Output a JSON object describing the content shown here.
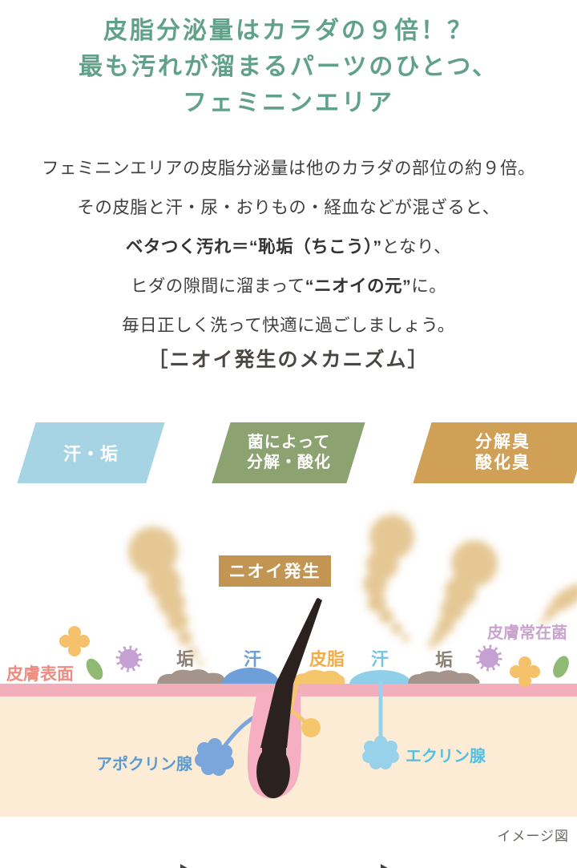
{
  "heading": {
    "line1": "皮脂分泌量はカラダの９倍！？",
    "line2": "最も汚れが溜まるパーツのひとつ、",
    "line3": "フェミニンエリア"
  },
  "intro": {
    "l1": "フェミニンエリアの皮脂分泌量は他のカラダの部位の約９倍。",
    "l2": "その皮脂と汗・尿・おりもの・経血などが混ざると、",
    "l3_bold": "ベタつく汚れ＝“恥垢（ちこう）”",
    "l3_rest": "となり、",
    "l4_pre": "ヒダの隙間に溜まって",
    "l4_bold": "“ニオイの元”",
    "l4_post": "に。",
    "l5": "毎日正しく洗って快適に過ごしましょう。"
  },
  "mechanism": {
    "title": "［ニオイ発生のメカニズム］",
    "flow": [
      {
        "lines": [
          "汗・垢"
        ],
        "color": "#a7d4e5"
      },
      {
        "lines": [
          "菌によって",
          "分解・酸化"
        ],
        "color": "#8ca271"
      },
      {
        "lines": [
          "分解臭",
          "酸化臭"
        ],
        "color": "#d0a057"
      }
    ]
  },
  "illustration": {
    "odor_label": "ニオイ発生",
    "labels": {
      "skin_surface": "皮膚表面",
      "dirt_left": "垢",
      "sweat_left": "汗",
      "sebum": "皮脂",
      "sweat_right": "汗",
      "dirt_right": "垢",
      "skin_flora": "皮膚常在菌",
      "apocrine_gland": "アポクリン腺",
      "eccrine_gland": "エクリン腺"
    },
    "colors": {
      "heading_green": "#61a189",
      "smoke": "#e5c794",
      "odor_box": "#c29552",
      "skin_band": "#f2afbb",
      "dermis": "#fcecd5",
      "hair": "#2b2220",
      "follicle": "#f5aec2",
      "apocrine_blue": "#7aa6db",
      "eccrine_blue": "#97d2ea",
      "sebaceous_yellow": "#f5c66b",
      "dirt_gray": "#a4948b",
      "flora_purple": "#c5a1d3",
      "flora_orange": "#f5c16a",
      "flora_green": "#90ba74"
    }
  },
  "footer": {
    "note": "イメージ図"
  }
}
